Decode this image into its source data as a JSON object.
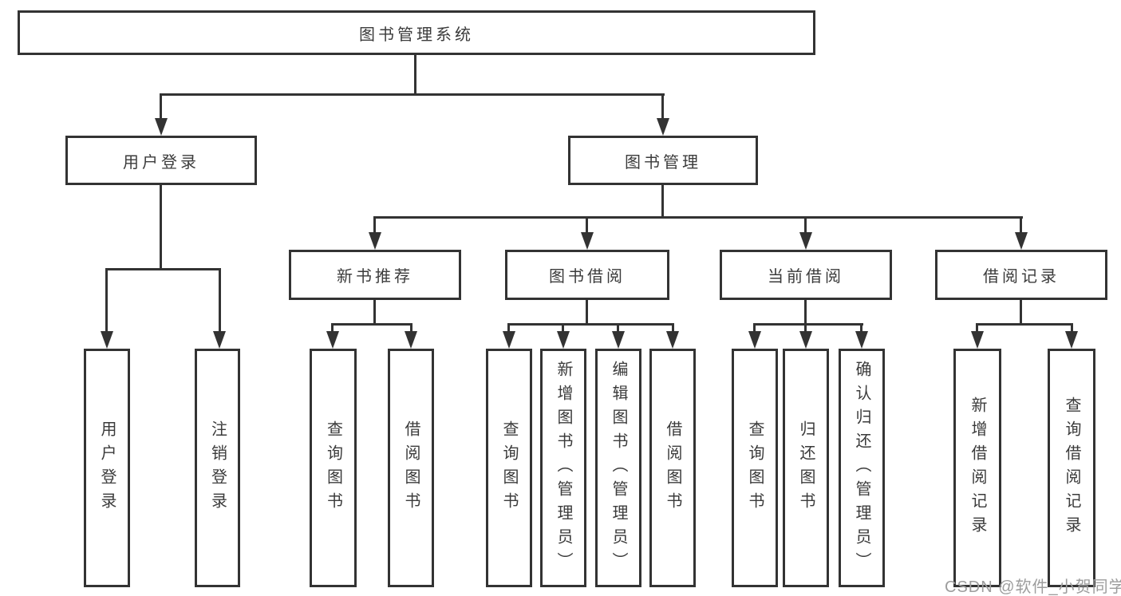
{
  "title": "图书管理系统",
  "watermark": "CSDN @软件_小贺同学",
  "colors": {
    "line": "#333333",
    "text": "#3b3b3b",
    "watermark": "#9d9d9d",
    "background": "#ffffff"
  },
  "tree": {
    "root": {
      "label": "图书管理系统"
    },
    "children": [
      {
        "label": "用户登录",
        "children": [
          {
            "label": "用户登录"
          },
          {
            "label": "注销登录"
          }
        ]
      },
      {
        "label": "图书管理",
        "children": [
          {
            "label": "新书推荐",
            "children": [
              {
                "label": "查询图书"
              },
              {
                "label": "借阅图书"
              }
            ]
          },
          {
            "label": "图书借阅",
            "children": [
              {
                "label": "查询图书"
              },
              {
                "label": "新增图书（管理员）"
              },
              {
                "label": "编辑图书（管理员）"
              },
              {
                "label": "借阅图书"
              }
            ]
          },
          {
            "label": "当前借阅",
            "children": [
              {
                "label": "查询图书"
              },
              {
                "label": "归还图书"
              },
              {
                "label": "确认归还（管理员）"
              }
            ]
          },
          {
            "label": "借阅记录",
            "children": [
              {
                "label": "新增借阅记录"
              },
              {
                "label": "查询借阅记录"
              }
            ]
          }
        ]
      }
    ]
  }
}
